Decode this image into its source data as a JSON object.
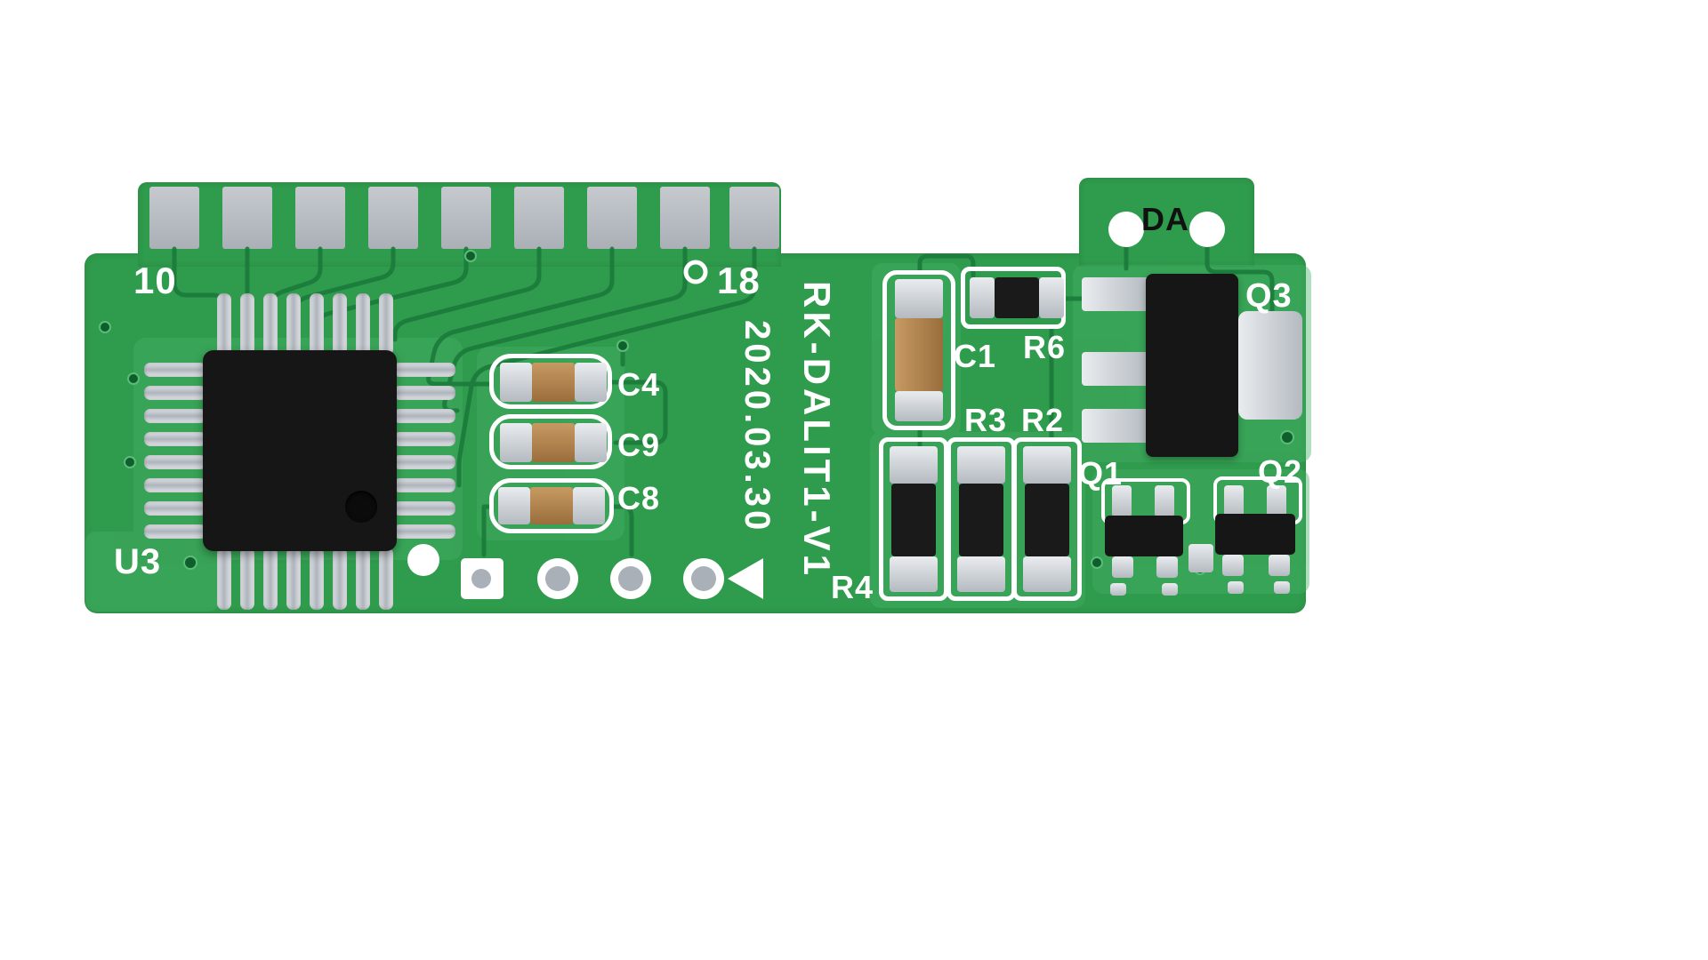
{
  "scene": {
    "background": "#ffffff"
  },
  "board": {
    "model": "RK-DALIT1-V1",
    "date": "2020.03.30",
    "colors": {
      "solder_mask": "#2f9b4c",
      "solder_mask_light": "#46b066",
      "trace": "#1b7a3c",
      "pad_gray": "#b9bec4",
      "component_silver": "#c9ced3",
      "capacitor_body": "#ab7c49",
      "ic_black": "#161616",
      "silkscreen": "#ffffff"
    },
    "labels": {
      "pin10": "10",
      "pin18": "18",
      "u3": "U3",
      "c4": "C4",
      "c9": "C9",
      "c8": "C8",
      "c1": "C1",
      "r6": "R6",
      "r3": "R3",
      "r2": "R2",
      "r4": "R4",
      "q1": "Q1",
      "q2": "Q2",
      "q3": "Q3",
      "da": "DA"
    }
  }
}
